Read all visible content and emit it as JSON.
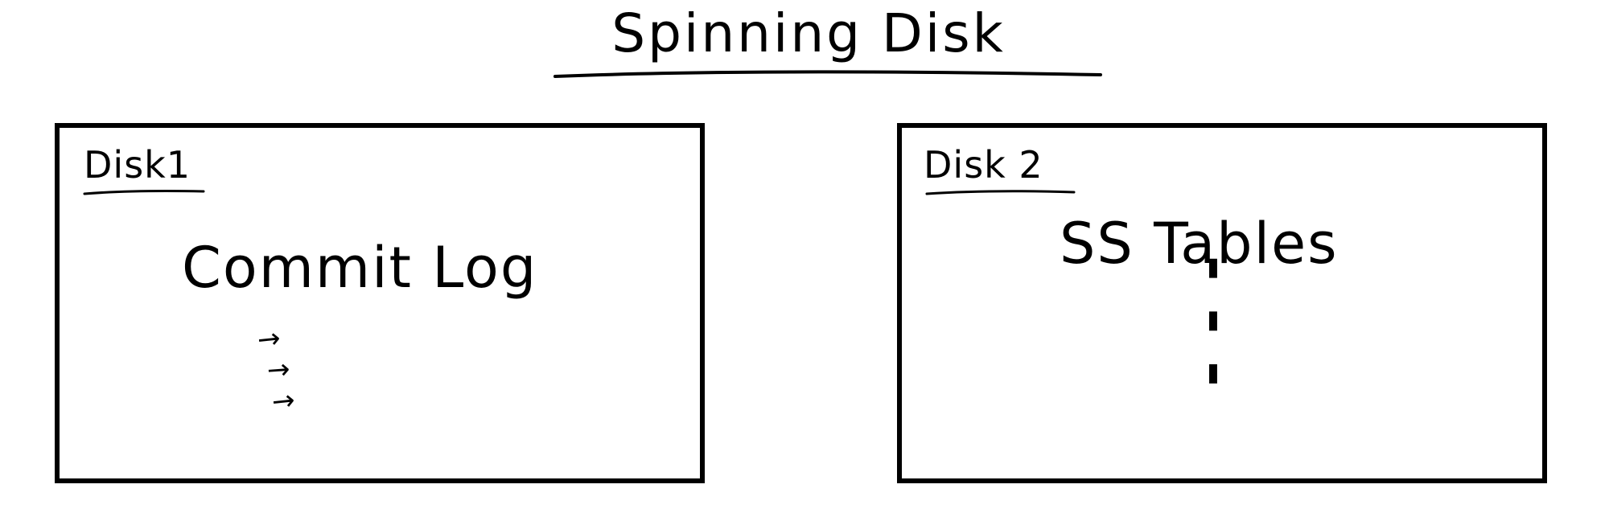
{
  "diagram": {
    "title": "Spinning Disk",
    "disks": [
      {
        "label": "Disk1",
        "content": "Commit Log",
        "arrows": [
          "→",
          "→",
          "→"
        ]
      },
      {
        "label": "Disk 2",
        "content": "SS Tables",
        "continuation": "⋮"
      }
    ],
    "stroke_color": "#000000",
    "background_color": "#ffffff"
  }
}
